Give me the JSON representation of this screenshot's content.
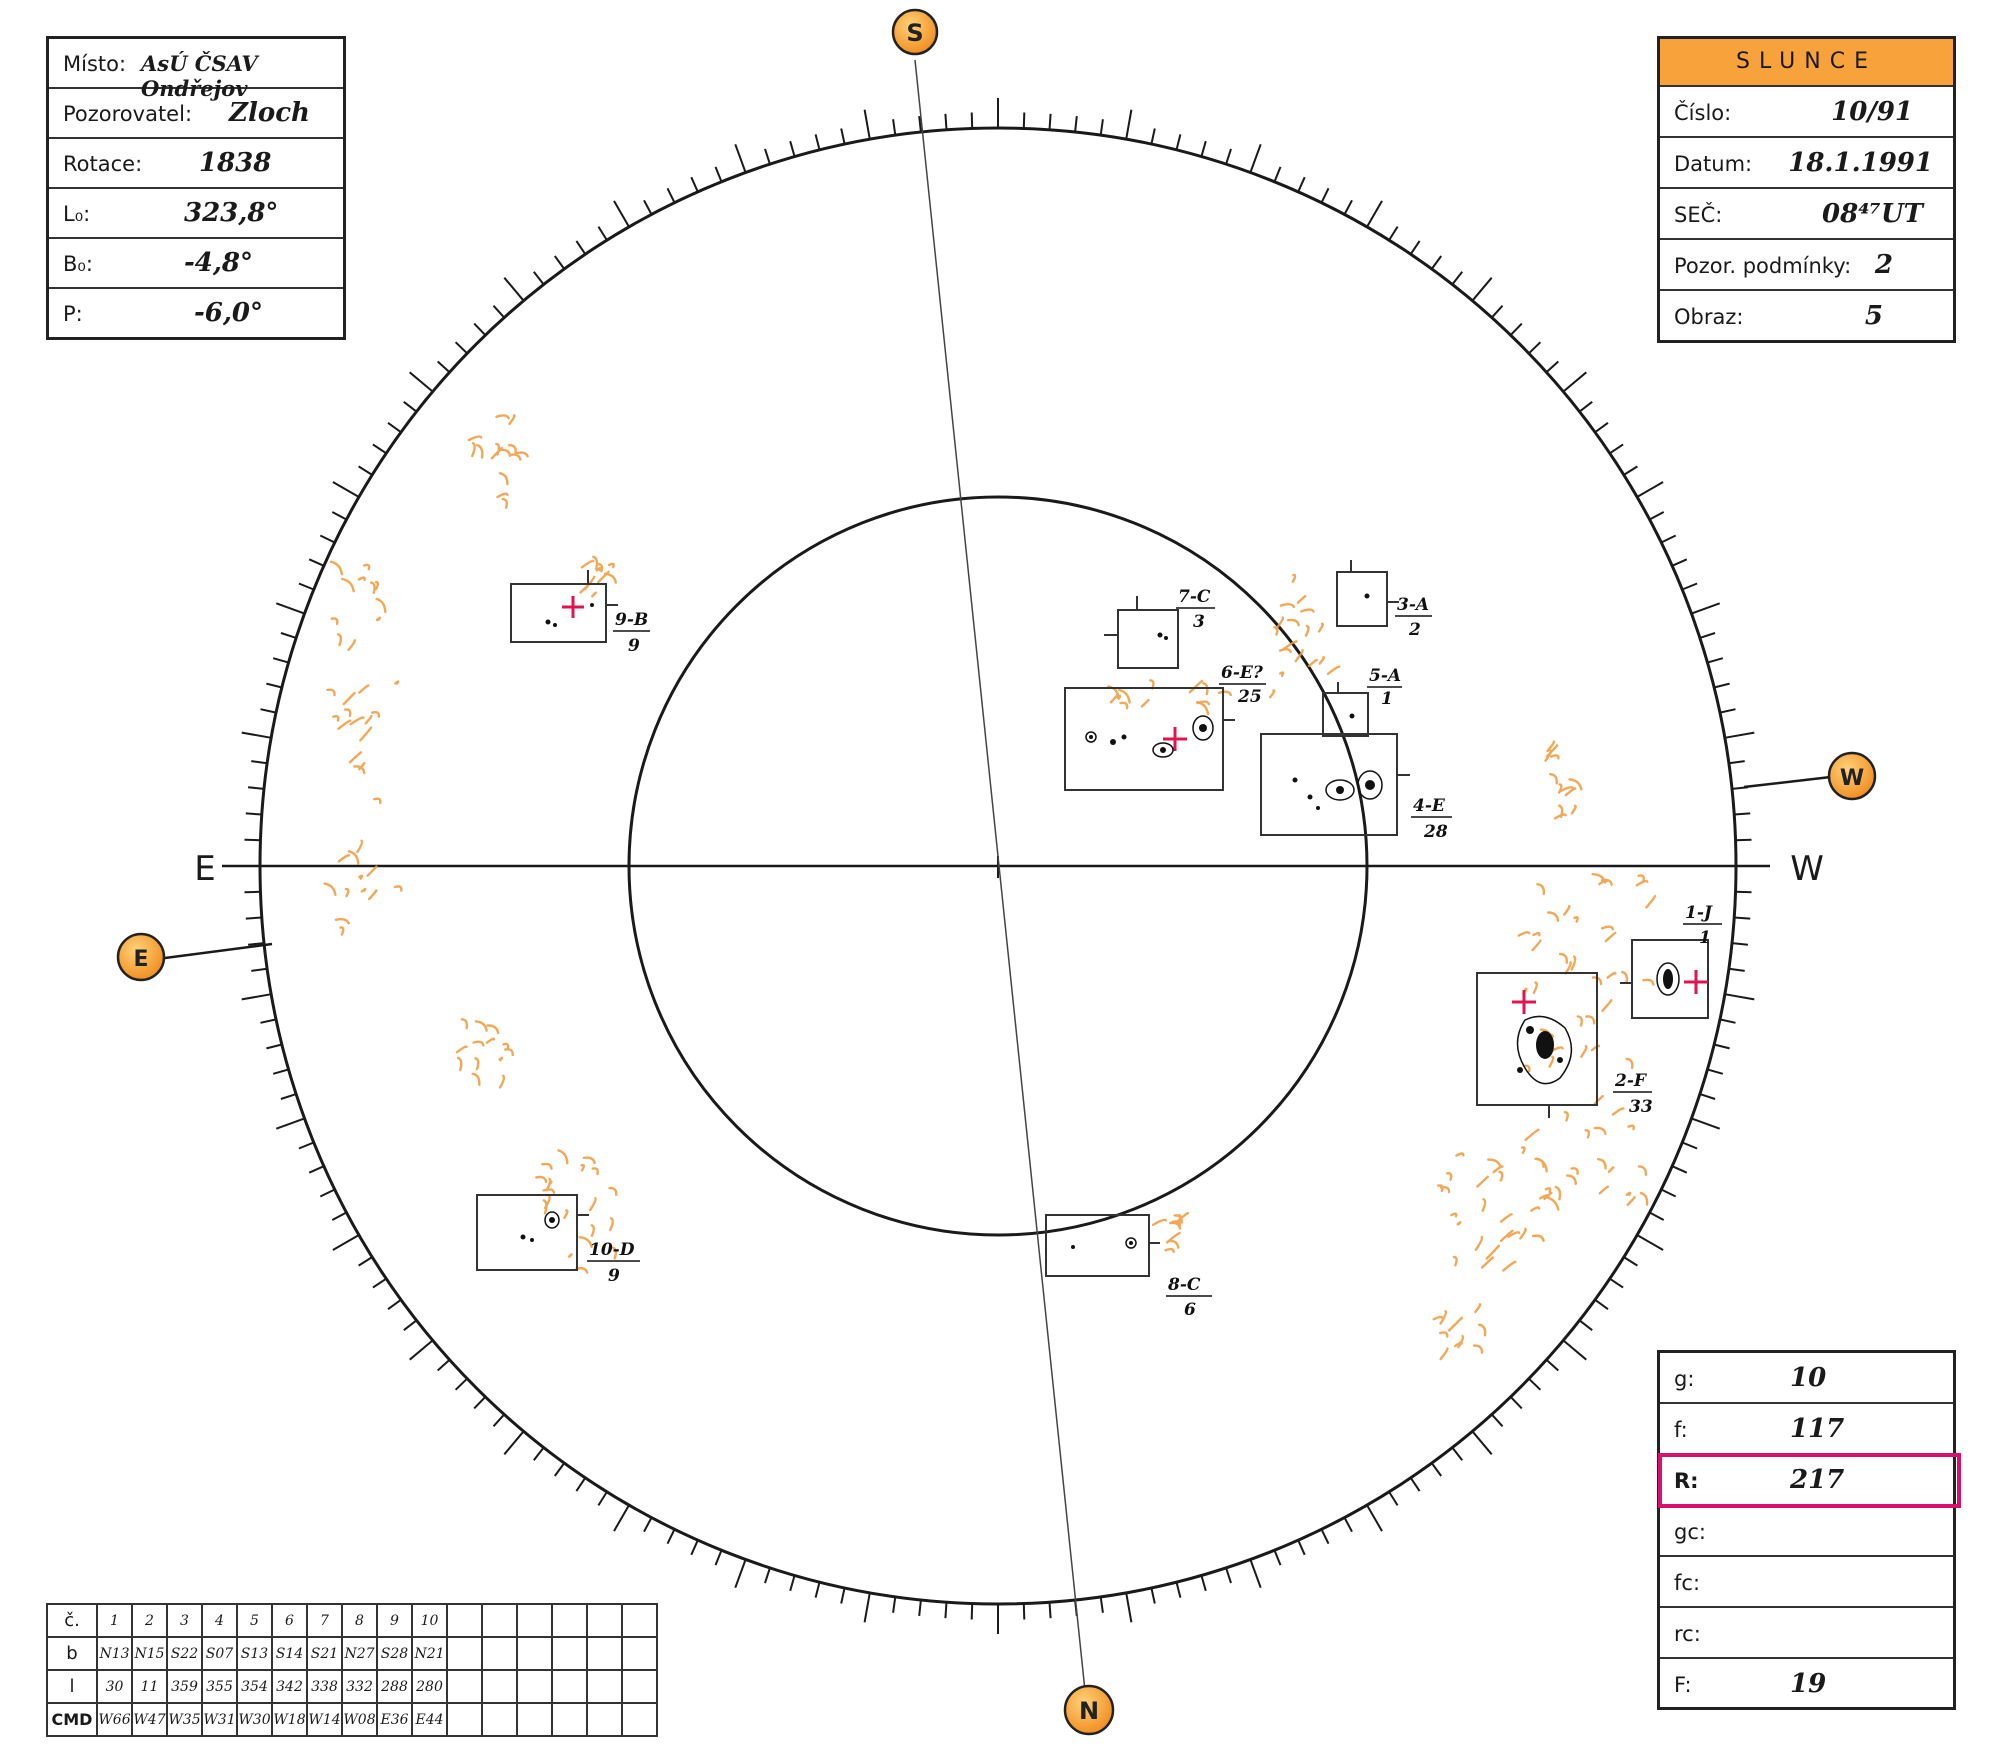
{
  "info_left": {
    "misto_label": "Místo:",
    "misto_value": "AsÚ ČSAV Ondřejov",
    "pozorovatel_label": "Pozorovatel:",
    "pozorovatel_value": "Zloch",
    "rotace_label": "Rotace:",
    "rotace_value": "1838",
    "l0_label": "L₀:",
    "l0_value": "323,8°",
    "b0_label": "B₀:",
    "b0_value": "-4,8°",
    "p_label": "P:",
    "p_value": "-6,0°"
  },
  "info_right": {
    "title": "SLUNCE",
    "cislo_label": "Číslo:",
    "cislo_value": "10/91",
    "datum_label": "Datum:",
    "datum_value": "18.1.1991",
    "sec_label": "SEČ:",
    "sec_value": "08⁴⁷UT",
    "podminky_label": "Pozor. podmínky:",
    "podminky_value": "2",
    "obraz_label": "Obraz:",
    "obraz_value": "5"
  },
  "counts": {
    "g_label": "g:",
    "g_value": "10",
    "f_label": "f:",
    "f_value": "117",
    "r_label": "R:",
    "r_value": "217",
    "gc_label": "gc:",
    "gc_value": "",
    "fc_label": "fc:",
    "fc_value": "",
    "rc_label": "rc:",
    "rc_value": "",
    "F_label": "F:",
    "F_value": "19"
  },
  "directions": {
    "top_marker": "S",
    "bottom_marker": "N",
    "right_marker": "W",
    "left_marker": "E",
    "axis_right": "W",
    "axis_left": "E"
  },
  "groups": [
    {
      "id": "1-J",
      "count": "1"
    },
    {
      "id": "2-F",
      "count": "33"
    },
    {
      "id": "3-A",
      "count": "2"
    },
    {
      "id": "4-E",
      "count": "28"
    },
    {
      "id": "5-A",
      "count": "1"
    },
    {
      "id": "6-E?",
      "count": "25"
    },
    {
      "id": "7-C",
      "count": "3"
    },
    {
      "id": "8-C",
      "count": "6"
    },
    {
      "id": "9-B",
      "count": "9"
    },
    {
      "id": "10-D",
      "count": "9"
    }
  ],
  "table": {
    "row_labels": [
      "č.",
      "b",
      "l",
      "CMD"
    ],
    "numbers": [
      "1",
      "2",
      "3",
      "4",
      "5",
      "6",
      "7",
      "8",
      "9",
      "10"
    ],
    "b": [
      "N13",
      "N15",
      "S22",
      "S07",
      "S13",
      "S14",
      "S21",
      "N27",
      "S28",
      "N21"
    ],
    "l": [
      "30",
      "11",
      "359",
      "355",
      "354",
      "342",
      "338",
      "332",
      "288",
      "280"
    ],
    "cmd": [
      "W66",
      "W47",
      "W35",
      "W31",
      "W30",
      "W18",
      "W14",
      "W08",
      "E36",
      "E44"
    ]
  },
  "colors": {
    "accent": "#f7a23b",
    "highlight": "#d8126b",
    "facula": "#f09a3a"
  }
}
